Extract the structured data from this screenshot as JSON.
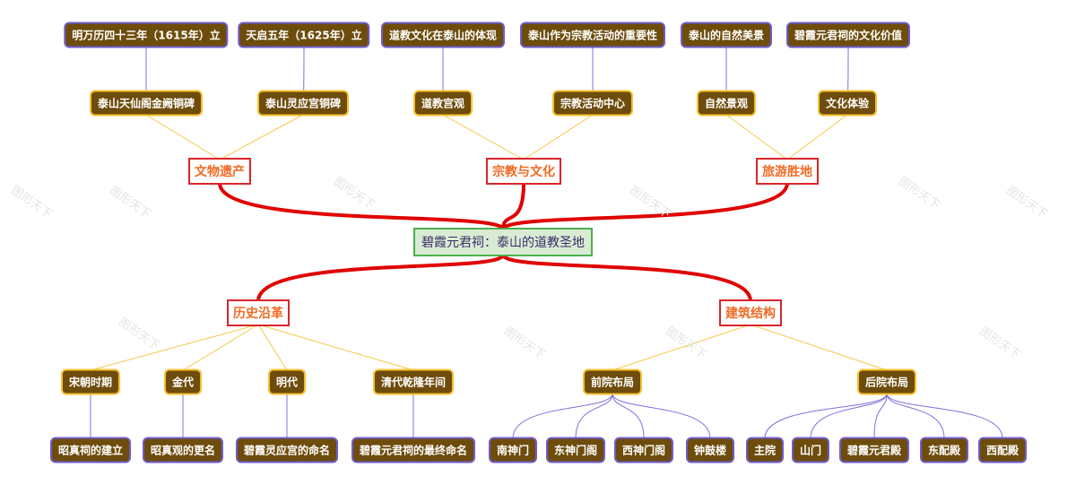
{
  "root": {
    "label": "碧霞元君祠：泰山的道教圣地"
  },
  "branches": [
    {
      "label": "文物遗产",
      "children": [
        {
          "label": "泰山天仙阁金阙铜碑",
          "children": [
            {
              "label": "明万历四十三年（1615年）立"
            }
          ]
        },
        {
          "label": "泰山灵应宫铜碑",
          "children": [
            {
              "label": "天启五年（1625年）立"
            }
          ]
        }
      ]
    },
    {
      "label": "宗教与文化",
      "children": [
        {
          "label": "道教宫观",
          "children": [
            {
              "label": "道教文化在泰山的体现"
            }
          ]
        },
        {
          "label": "宗教活动中心",
          "children": [
            {
              "label": "泰山作为宗教活动的重要性"
            }
          ]
        }
      ]
    },
    {
      "label": "旅游胜地",
      "children": [
        {
          "label": "自然景观",
          "children": [
            {
              "label": "泰山的自然美景"
            }
          ]
        },
        {
          "label": "文化体验",
          "children": [
            {
              "label": "碧霞元君祠的文化价值"
            }
          ]
        }
      ]
    },
    {
      "label": "历史沿革",
      "children": [
        {
          "label": "宋朝时期",
          "children": [
            {
              "label": "昭真祠的建立"
            }
          ]
        },
        {
          "label": "金代",
          "children": [
            {
              "label": "昭真观的更名"
            }
          ]
        },
        {
          "label": "明代",
          "children": [
            {
              "label": "碧霞灵应宫的命名"
            }
          ]
        },
        {
          "label": "清代乾隆年间",
          "children": [
            {
              "label": "碧霞元君祠的最终命名"
            }
          ]
        }
      ]
    },
    {
      "label": "建筑结构",
      "children": [
        {
          "label": "前院布局",
          "children": [
            {
              "label": "南神门"
            },
            {
              "label": "东神门阁"
            },
            {
              "label": "西神门阁"
            },
            {
              "label": "钟鼓楼"
            }
          ]
        },
        {
          "label": "后院布局",
          "children": [
            {
              "label": "主院"
            },
            {
              "label": "山门"
            },
            {
              "label": "碧霞元君殿"
            },
            {
              "label": "东配殿"
            },
            {
              "label": "西配殿"
            }
          ]
        }
      ]
    }
  ],
  "watermark": "图形天下",
  "colors": {
    "root_fill": "#d9ecd3",
    "root_border": "#4caf50",
    "main_link": "#e00000",
    "l1_text": "#f06a24",
    "l2_border": "#f6c12c",
    "l3_border": "#6f5ccc",
    "node_fill": "#6e4c0c"
  }
}
